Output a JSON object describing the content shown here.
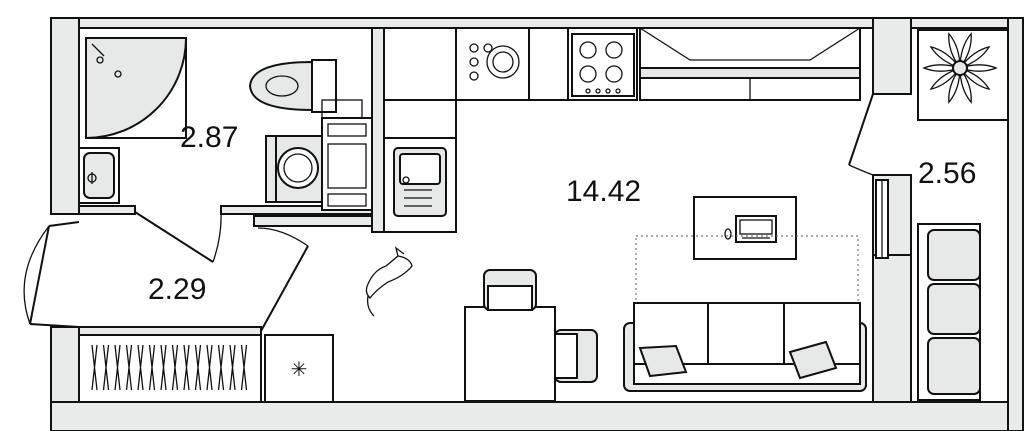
{
  "rooms": {
    "bathroom": {
      "area": "2.87"
    },
    "hallway": {
      "area": "2.29"
    },
    "living": {
      "area": "14.42"
    },
    "balcony": {
      "area": "2.56"
    }
  },
  "colors": {
    "wall": "#e9eaea",
    "furniture": "#e7e8e8",
    "line": "#111111"
  },
  "icons": {
    "storage": "snowflake-icon",
    "pet": "cat-icon",
    "plant": "plant-icon"
  }
}
